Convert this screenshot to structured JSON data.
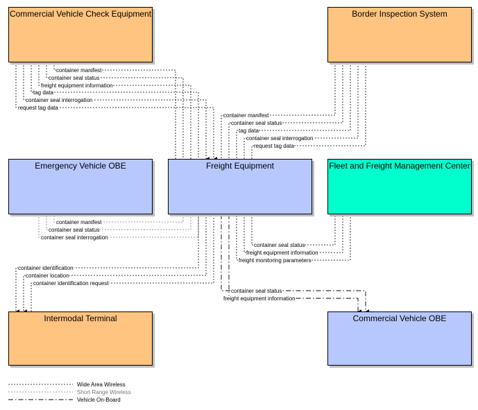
{
  "nodes": {
    "cvce": "Commercial Vehicle Check Equipment",
    "border": "Border Inspection System",
    "evobe": "Emergency Vehicle OBE",
    "freight": "Freight Equipment",
    "ffmc": "Fleet and Freight Management Center",
    "terminal": "Intermodal Terminal",
    "cvobe": "Commercial Vehicle OBE"
  },
  "flows": {
    "cvce": [
      "container manifest",
      "container seal status",
      "freight equipment information",
      "tag data",
      "container seal interrogation",
      "request tag data"
    ],
    "border": [
      "container manifest",
      "container seal status",
      "tag data",
      "container seal interrogation",
      "request tag data"
    ],
    "evobe": [
      "container manifest",
      "container seal status",
      "container seal interrogation"
    ],
    "ffmc": [
      "container seal status",
      "freight equipment information",
      "freight monitoring parameters"
    ],
    "terminal": [
      "container identification",
      "container location",
      "container identification request"
    ],
    "cvobe": [
      "container seal status",
      "freight equipment information"
    ]
  },
  "legend": {
    "wide": "Wide Area Wireless",
    "short": "Short Range Wireless",
    "vob": "Vehicle On-Board"
  },
  "colors": {
    "center": "#ffc47f",
    "equipment": "#b7c8ff",
    "fleet": "#00ffcc"
  }
}
